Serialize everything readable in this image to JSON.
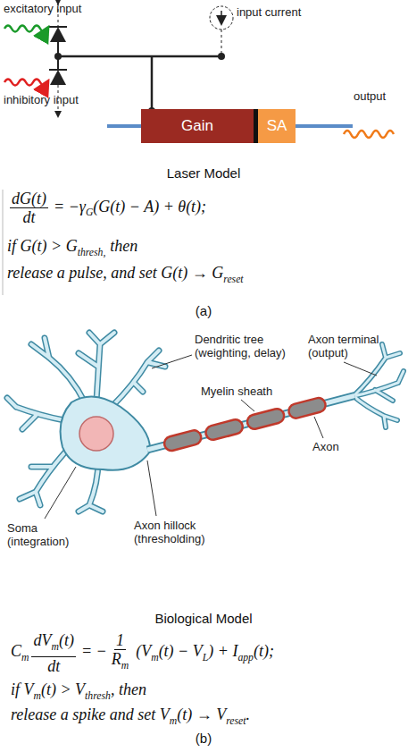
{
  "diagram": {
    "nodes": [
      {
        "text": [
          "Gain"
        ]
      },
      {
        "text": [
          "SA"
        ]
      }
    ],
    "labels": [
      "excitatory input",
      "input current",
      "inhibitory input",
      "output",
      "Laser Model",
      "dG(t)",
      "dt",
      "= −γ",
      "G",
      "(G(t) − A) + θ(t);",
      "if G(t) > G",
      "thresh,",
      "then",
      "release a pulse, and set G(t) → G",
      "reset",
      "(a)",
      "Dendritic tree (weighting, delay)",
      "Axon terminal (output)",
      "Myelin sheath",
      "Axon",
      "Soma (integration)",
      "Axon hillock (thresholding)",
      "Biological Model",
      "C",
      "m",
      "dV",
      "m",
      "(t)",
      "dt",
      "= −",
      "1",
      "R",
      "m",
      "(V",
      "m",
      "(t) − V",
      "L",
      ") + I",
      "app",
      "(t);",
      "if V",
      "m",
      "(t) > V",
      "thresh",
      ", then",
      "release a spike and set V",
      "m",
      "(t) → V",
      "reset",
      ".",
      "(b)"
    ]
  }
}
